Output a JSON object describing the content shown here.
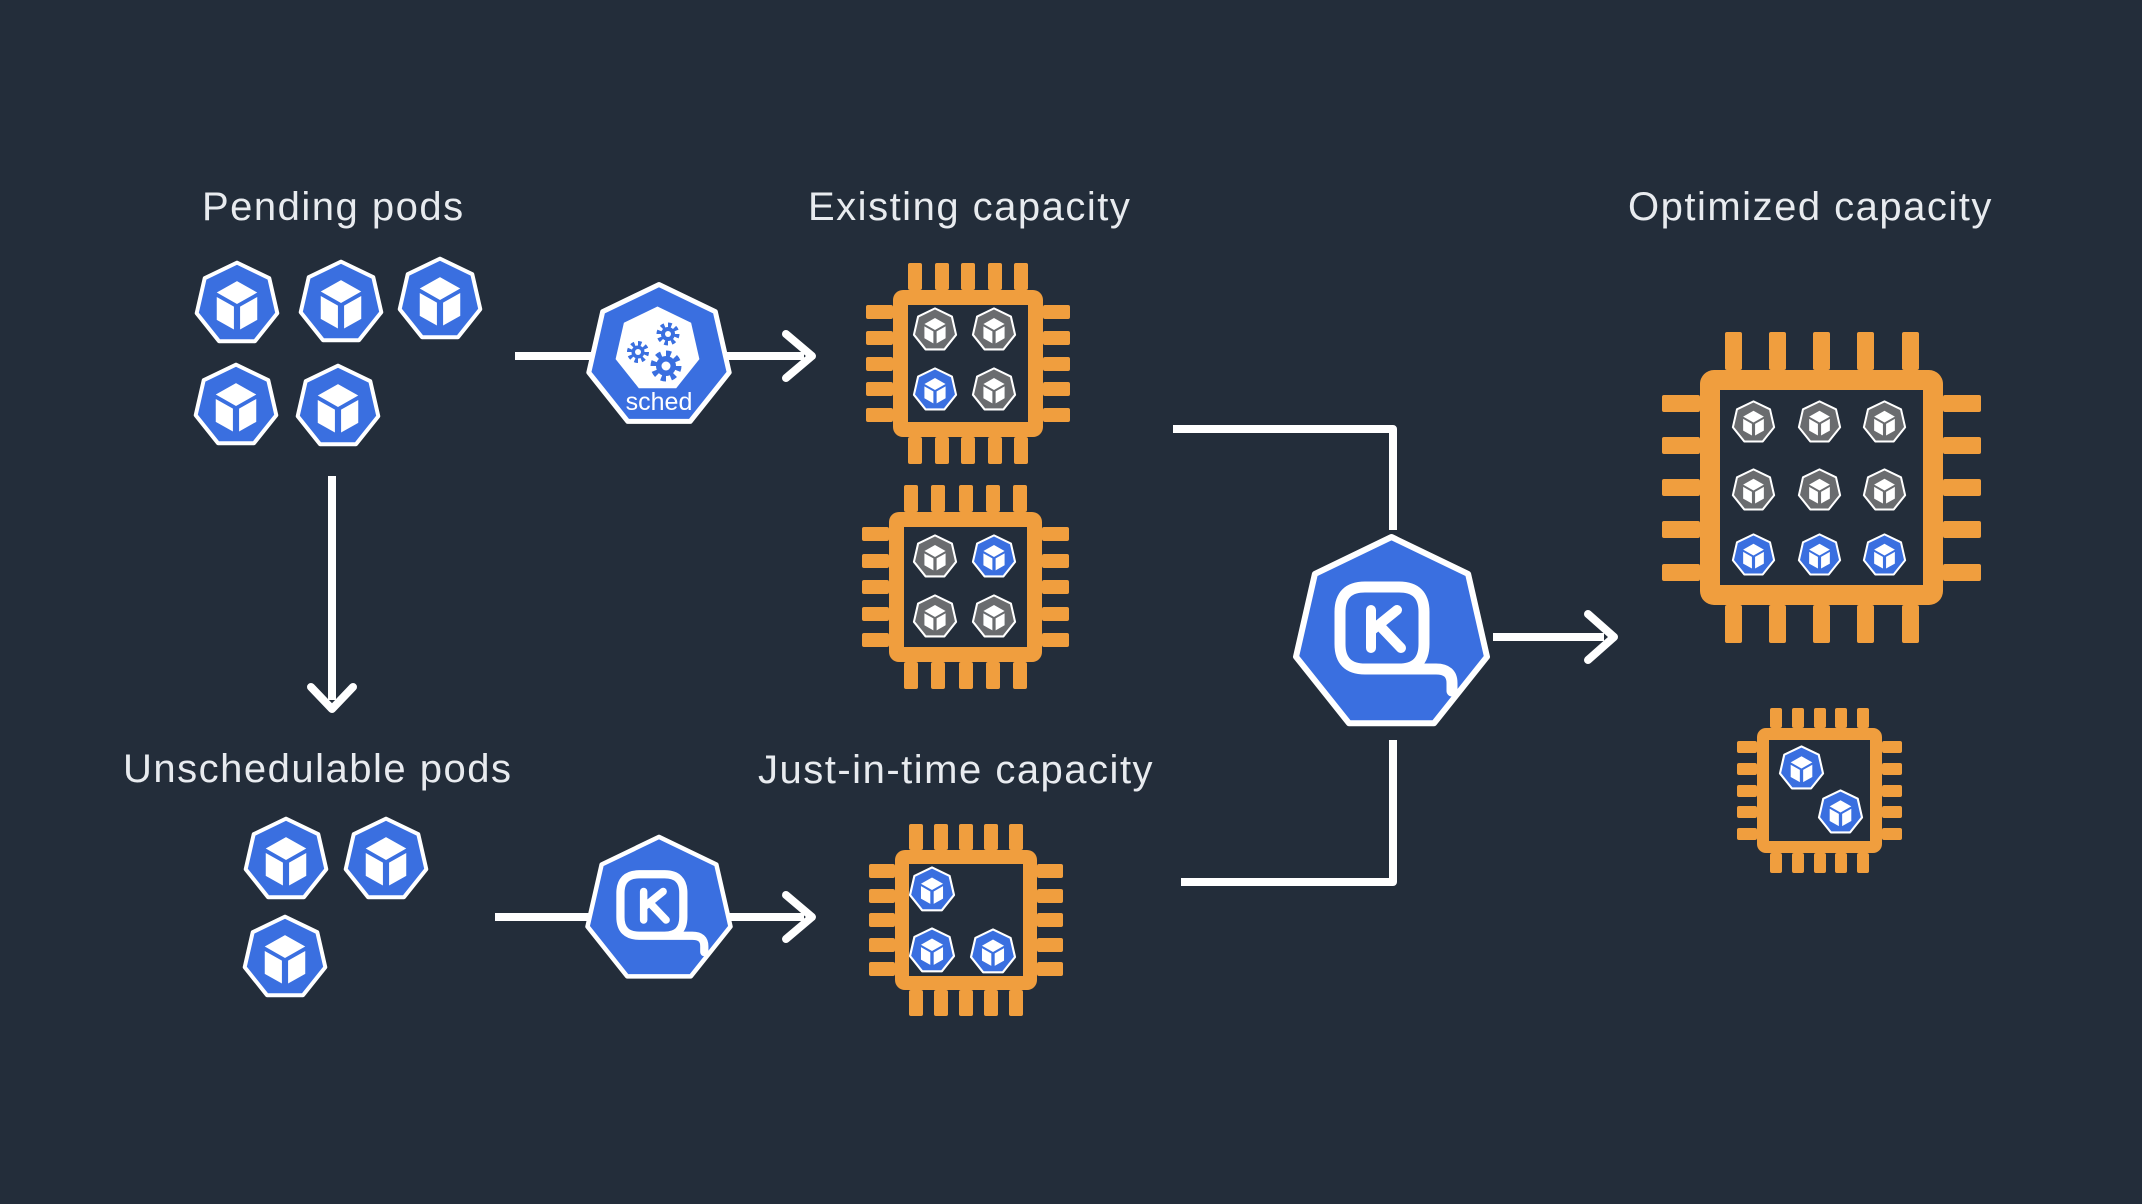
{
  "colors": {
    "background": "#232d3a",
    "orange": "#f09e3e",
    "blue": "#3a6fe0",
    "gray": "#6a6c6f",
    "line": "#ffffff",
    "text": "#e8ebef"
  },
  "labels": {
    "pending": "Pending pods",
    "existing": "Existing capacity",
    "optimized": "Optimized capacity",
    "unschedulable": "Unschedulable pods",
    "jit": "Just-in-time capacity",
    "scheduler": "sched"
  },
  "pods": {
    "pending": [
      "blue",
      "blue",
      "blue",
      "blue",
      "blue"
    ],
    "unschedulable": [
      "blue",
      "blue",
      "blue"
    ]
  },
  "chips": {
    "existing_1": [
      "gray",
      "gray",
      "blue",
      "gray"
    ],
    "existing_2": [
      "gray",
      "blue",
      "gray",
      "gray"
    ],
    "jit": [
      "blue",
      "blue",
      "blue"
    ],
    "optimized_large": [
      "gray",
      "gray",
      "gray",
      "gray",
      "gray",
      "gray",
      "blue",
      "blue",
      "blue"
    ],
    "optimized_small": [
      "blue",
      "blue"
    ]
  },
  "icons": {
    "scheduler": "kube-scheduler-icon",
    "karpenter_small": "karpenter-icon",
    "karpenter_large": "karpenter-icon",
    "pod": "pod-icon",
    "chip": "compute-node-chip-icon"
  }
}
